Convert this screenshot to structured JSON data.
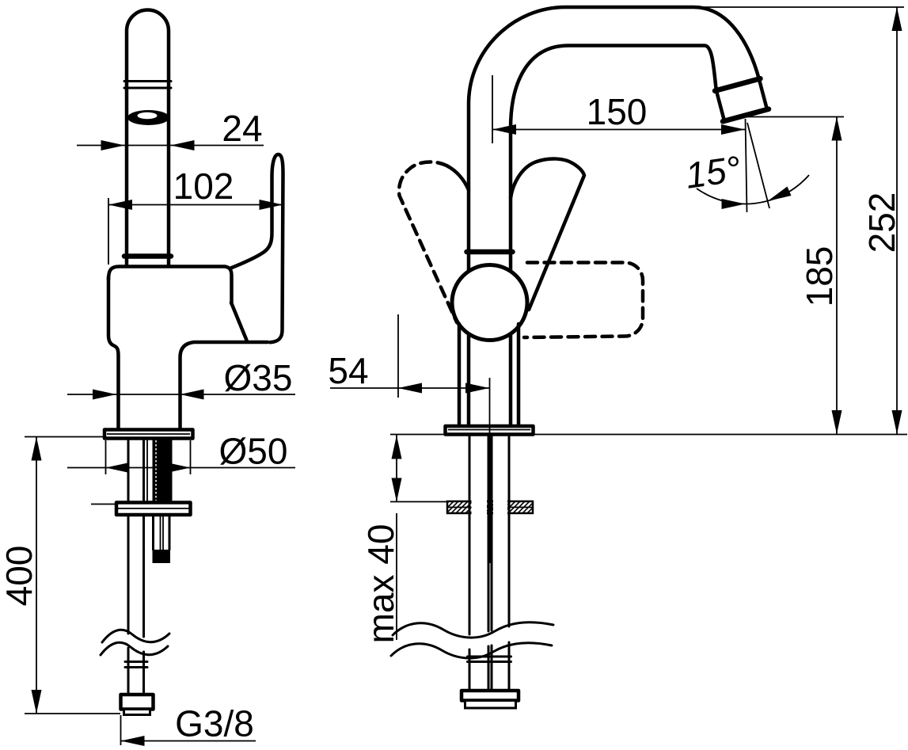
{
  "drawing": {
    "type": "technical-dimension-drawing",
    "subject": "single-lever basin faucet with swivel spout",
    "colors": {
      "line": "#000000",
      "background": "#ffffff"
    },
    "side_view": {
      "spout_width": "24",
      "handle_length": "102",
      "body_diameter": "Ø35",
      "base_diameter": "Ø50",
      "hose_length": "400",
      "thread": "G3/8"
    },
    "front_view": {
      "spout_reach": "150",
      "spout_angle": "15°",
      "total_height": "252",
      "spout_height": "185",
      "lever_offset": "54",
      "deck_thickness": "max 40"
    }
  }
}
